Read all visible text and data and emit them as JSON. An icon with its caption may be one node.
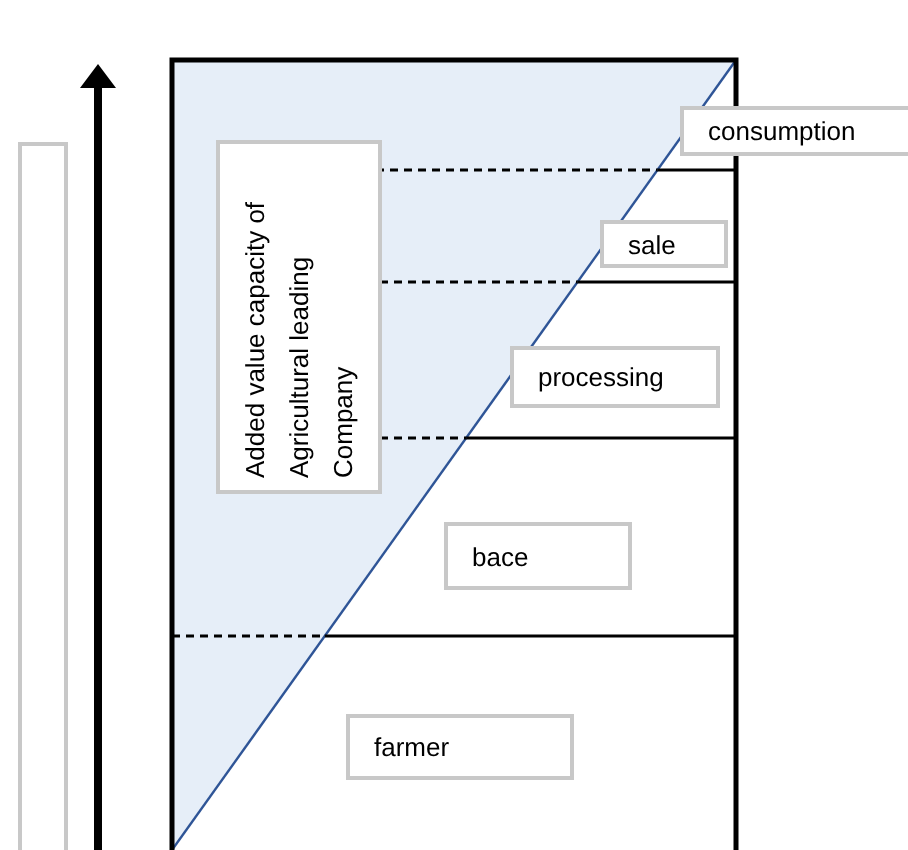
{
  "diagram": {
    "nodes": [
      {
        "text": [
          "Added value capacity of Agricultural leading Company"
        ]
      },
      {
        "text": [
          "consumption"
        ]
      },
      {
        "text": [
          "sale"
        ]
      },
      {
        "text": [
          "processing"
        ]
      },
      {
        "text": [
          "bace"
        ]
      },
      {
        "text": [
          "farmer"
        ]
      },
      {
        "text": [],
        "shape": "box"
      }
    ]
  }
}
